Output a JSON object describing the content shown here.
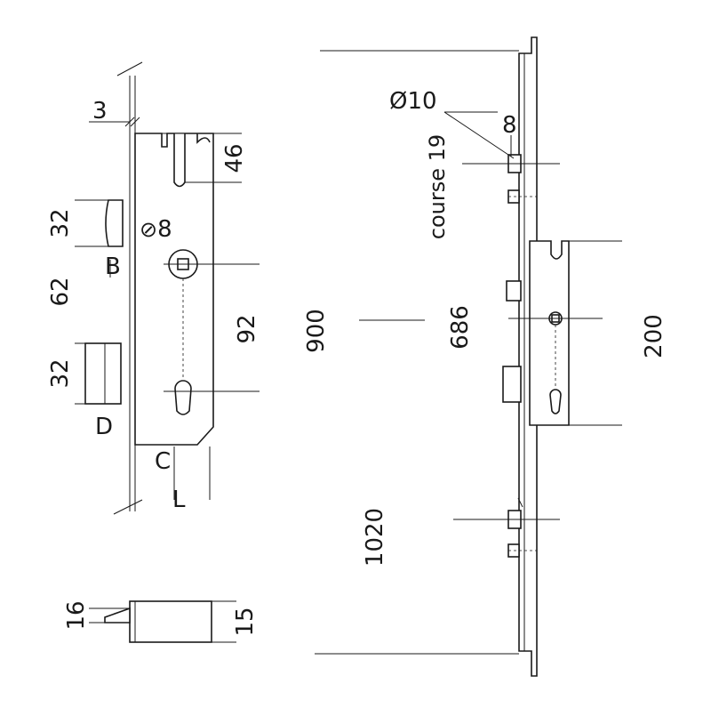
{
  "dimensions": {
    "backset_plate": "3",
    "top_offset": "46",
    "latch_height": "32",
    "spindle_square": "8",
    "label_b": "B",
    "between_latch_bolt": "62",
    "centers": "92",
    "bolt_height": "32",
    "label_d": "D",
    "label_c": "C",
    "label_l": "L",
    "bolt_side_width": "16",
    "bolt_side_depth": "15",
    "roller_diameter": "Ø10",
    "roller_offset": "8",
    "stroke_label": "course 19",
    "rail_length": "900",
    "gearbox_center": "686",
    "gearbox_length": "200",
    "overall_length": "1020"
  }
}
